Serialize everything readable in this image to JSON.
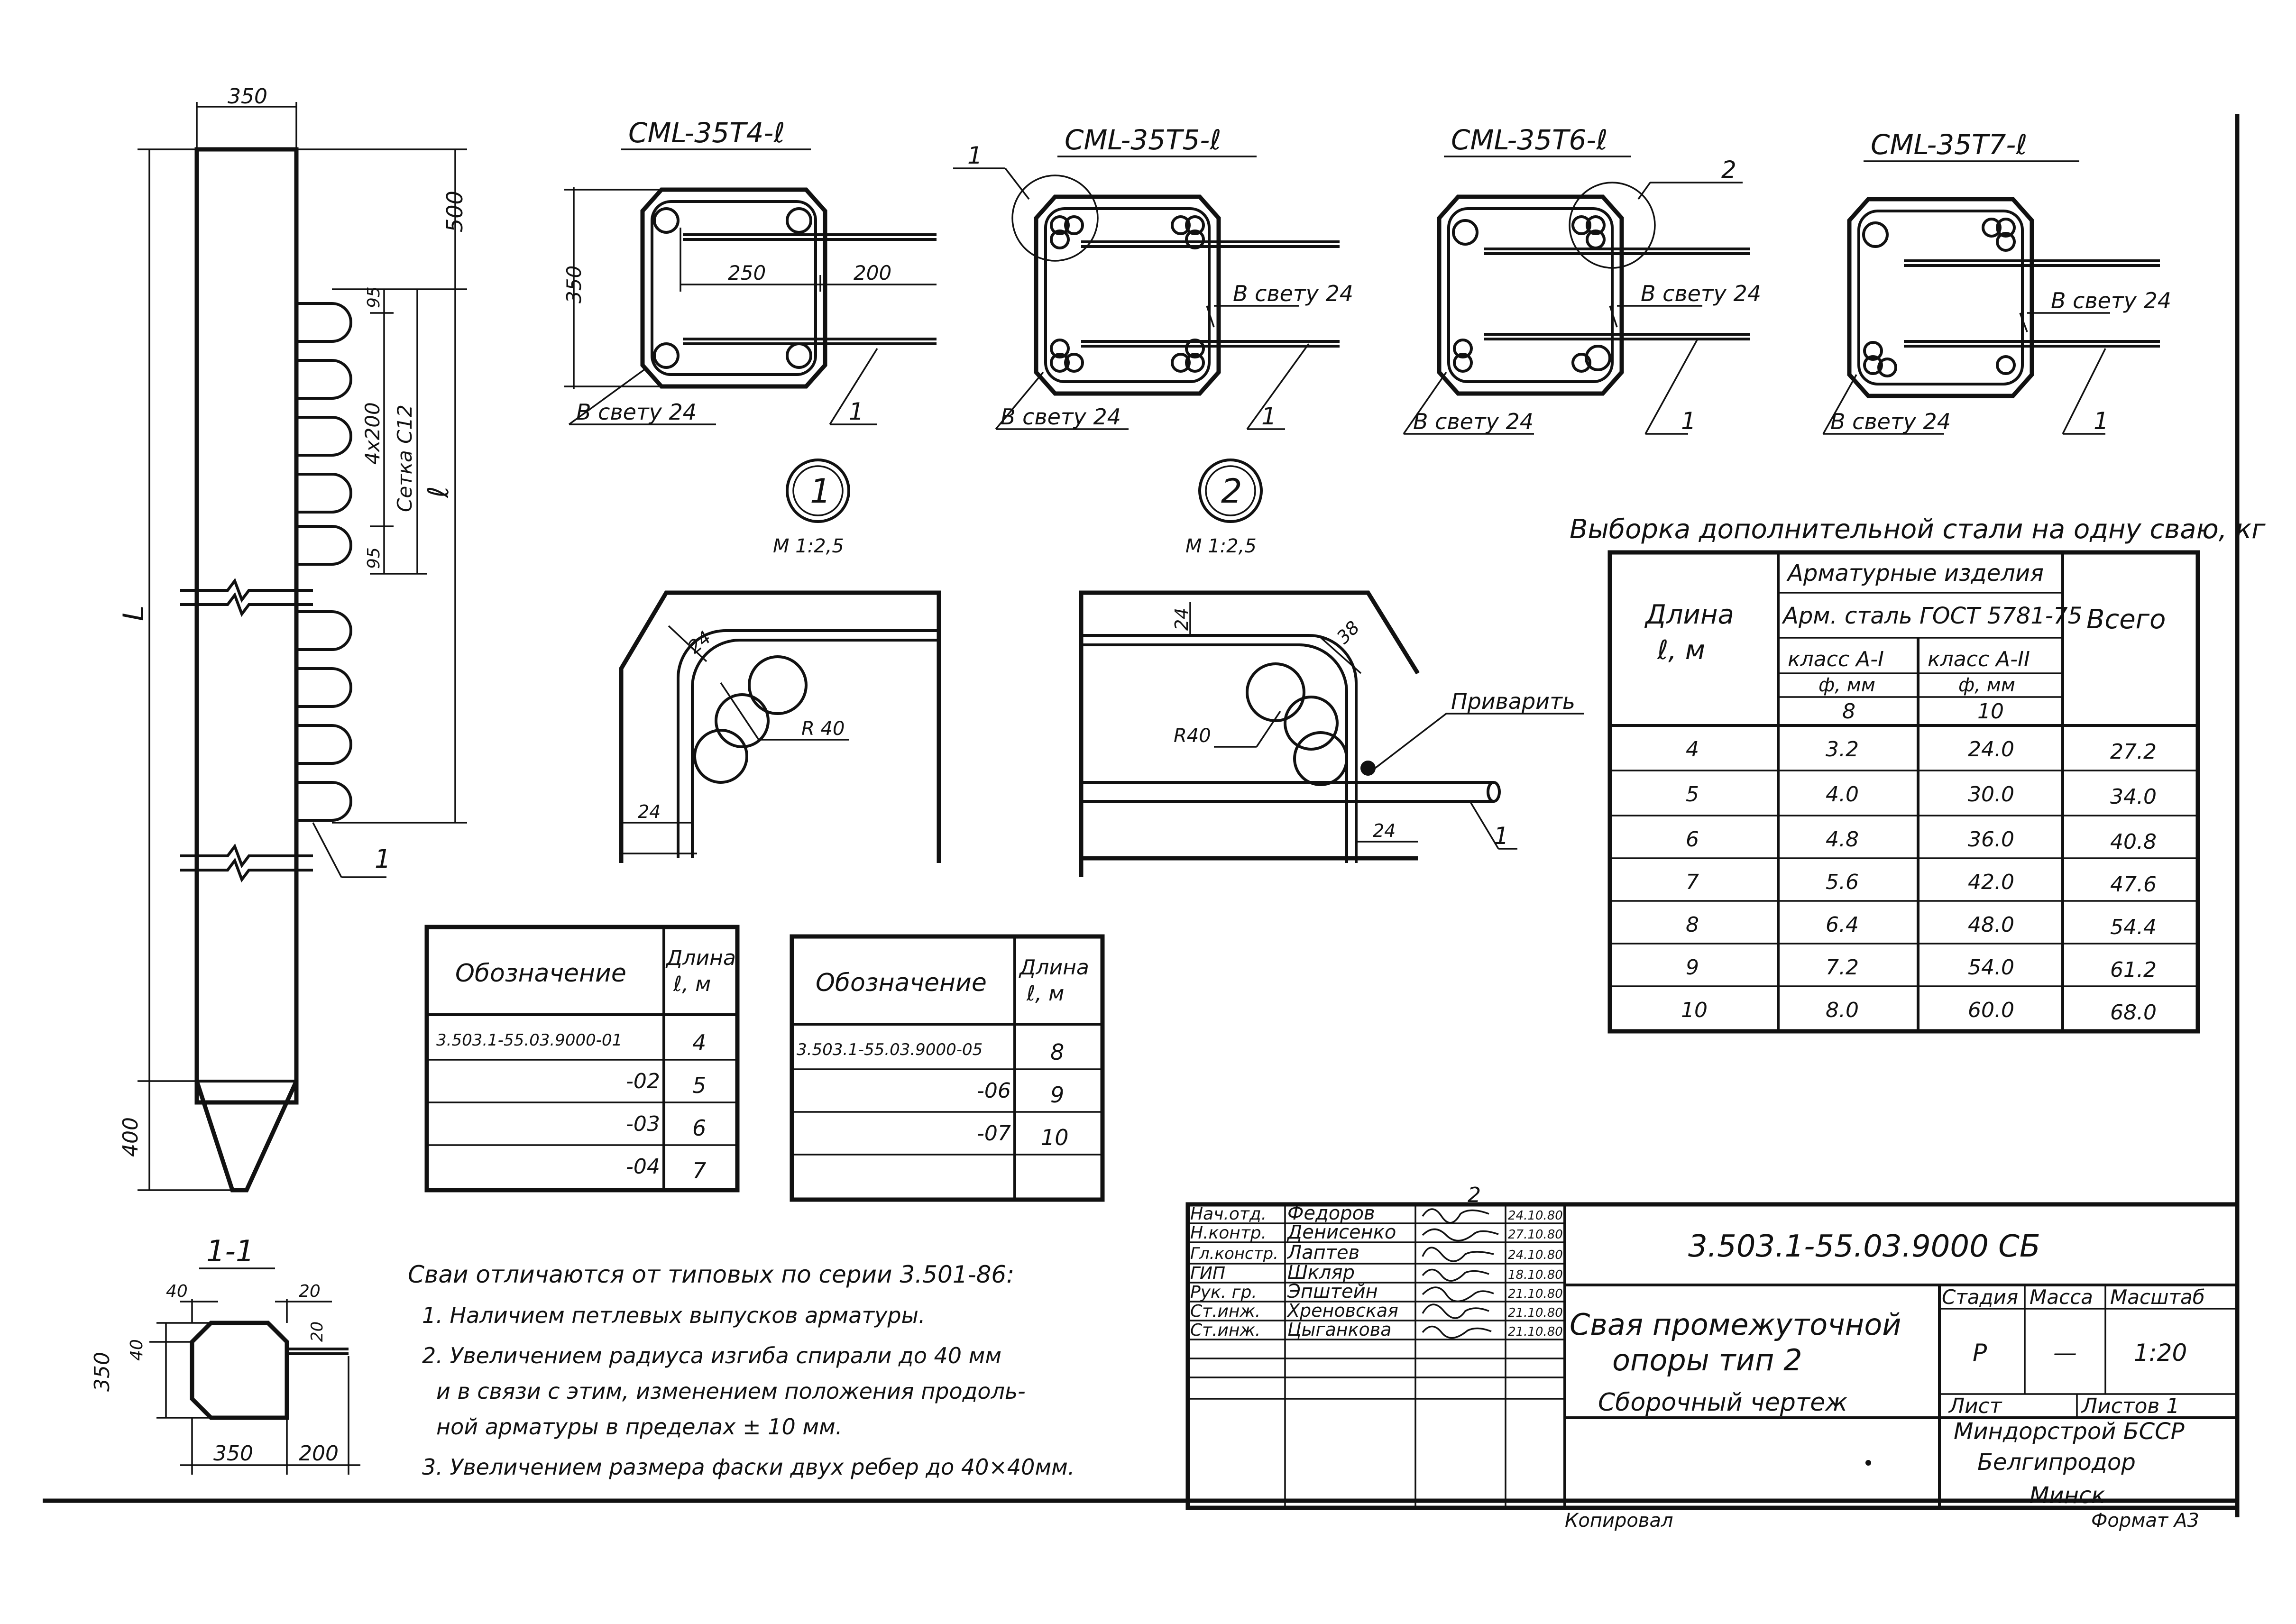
{
  "pile": {
    "dim_top_width": "350",
    "dim_top_segment": "500",
    "dim_tip": "400",
    "dim_total": "L",
    "dim_loop_pitch": "4x200",
    "dim_loop_top": "95",
    "dim_loop_bottom": "95",
    "mesh_label": "Сетка С12",
    "dim_l": "ℓ",
    "leader_1": "1"
  },
  "sections": [
    {
      "title": "СМL-35Т4-ℓ",
      "dim_height": "350",
      "dim_a": "250",
      "dim_b": "200",
      "clear_left": "В свету 24",
      "leader": "1"
    },
    {
      "title": "СМL-35Т5-ℓ",
      "clear_right": "В свету 24",
      "clear_left": "В свету 24",
      "leader_top": "1",
      "leader": "1"
    },
    {
      "title": "СМL-35Т6-ℓ",
      "clear_right": "В свету 24",
      "clear_left": "В свету 24",
      "leader_top": "2",
      "leader": "1"
    },
    {
      "title": "СМL-35Т7-ℓ",
      "clear_right": "В свету 24",
      "clear_left": "В свету 24",
      "leader": "1"
    }
  ],
  "details": [
    {
      "number": "1",
      "scale": "М 1:2,5",
      "dim_cover": "24",
      "dim_bottom": "24",
      "radius": "R 40"
    },
    {
      "number": "2",
      "scale": "М 1:2,5",
      "dim_cover": "24",
      "dim_diag": "38",
      "radius": "R40",
      "weld": "Приварить",
      "dim_bottom": "24",
      "leader": "1"
    }
  ],
  "table_a": {
    "header_designation": "Обозначение",
    "header_length_1": "Длина",
    "header_length_2": "ℓ, м",
    "rows": [
      {
        "code": "3.503.1-55.03.9000-01",
        "length": "4"
      },
      {
        "code": "-02",
        "length": "5"
      },
      {
        "code": "-03",
        "length": "6"
      },
      {
        "code": "-04",
        "length": "7"
      }
    ]
  },
  "table_b": {
    "header_designation": "Обозначение",
    "header_length_1": "Длина",
    "header_length_2": "ℓ, м",
    "rows": [
      {
        "code": "3.503.1-55.03.9000-05",
        "length": "8"
      },
      {
        "code": "-06",
        "length": "9"
      },
      {
        "code": "-07",
        "length": "10"
      },
      {
        "code": "",
        "length": ""
      }
    ]
  },
  "steel_table": {
    "title": "Выборка дополнительной стали на одну сваю, кг",
    "h_length_1": "Длина",
    "h_length_2": "ℓ, м",
    "h_group": "Арматурные изделия",
    "h_standard": "Арм. сталь ГОСТ 5781-75",
    "h_class1": "класс А-I",
    "h_class2": "класс А-II",
    "h_phi1": "ф, мм",
    "h_phi2": "ф, мм",
    "h_d1": "8",
    "h_d2": "10",
    "h_total": "Всего",
    "rows": [
      [
        "4",
        "3.2",
        "24.0",
        "27.2"
      ],
      [
        "5",
        "4.0",
        "30.0",
        "34.0"
      ],
      [
        "6",
        "4.8",
        "36.0",
        "40.8"
      ],
      [
        "7",
        "5.6",
        "42.0",
        "47.6"
      ],
      [
        "8",
        "6.4",
        "48.0",
        "54.4"
      ],
      [
        "9",
        "7.2",
        "54.0",
        "61.2"
      ],
      [
        "10",
        "8.0",
        "60.0",
        "68.0"
      ]
    ]
  },
  "cross_section": {
    "title": "1-1",
    "dim_height": "350",
    "dim_chamfer_v": "40",
    "dim_chamfer_h": "40",
    "dim_right_top": "20",
    "dim_right_side": "20",
    "dim_width": "350",
    "dim_extension": "200"
  },
  "notes": {
    "heading": "Сваи отличаются от типовых по серии 3.501-86:",
    "items": [
      "1. Наличием петлевых выпусков арматуры.",
      "2. Увеличением радиуса изгиба спирали до 40 мм",
      "и в связи с этим, изменением положения продоль-",
      "ной арматуры в пределах ± 10 мм.",
      "3. Увеличением размера фаски двух ребер до 40×40мм."
    ]
  },
  "title_block": {
    "rev_mark": "2",
    "people": [
      {
        "role": "Нач.отд.",
        "name": "Федоров",
        "date": "24.10.80"
      },
      {
        "role": "Н.контр.",
        "name": "Денисенко",
        "date": "27.10.80"
      },
      {
        "role": "Гл.констр.",
        "name": "Лаптев",
        "date": "24.10.80"
      },
      {
        "role": "ГИП",
        "name": "Шкляр",
        "date": "18.10.80"
      },
      {
        "role": "Рук. гр.",
        "name": "Эпштейн",
        "date": "21.10.80"
      },
      {
        "role": "Ст.инж.",
        "name": "Хреновская",
        "date": "21.10.80"
      },
      {
        "role": "Ст.инж.",
        "name": "Цыганкова",
        "date": "21.10.80"
      }
    ],
    "designation": "3.503.1-55.03.9000 СБ",
    "name_1": "Свая промежуточной",
    "name_2": "опоры тип 2",
    "name_3": "Сборочный чертеж",
    "h_stage": "Стадия",
    "h_mass": "Масса",
    "h_scale": "Масштаб",
    "stage": "Р",
    "mass": "—",
    "scale": "1:20",
    "sheet": "Лист",
    "sheets": "Листов 1",
    "org_1": "Миндорстрой БССР",
    "org_2": "Белгипродор",
    "org_3": "Минск",
    "bottom_left": "Копировал",
    "bottom_right": "Формат А3"
  }
}
